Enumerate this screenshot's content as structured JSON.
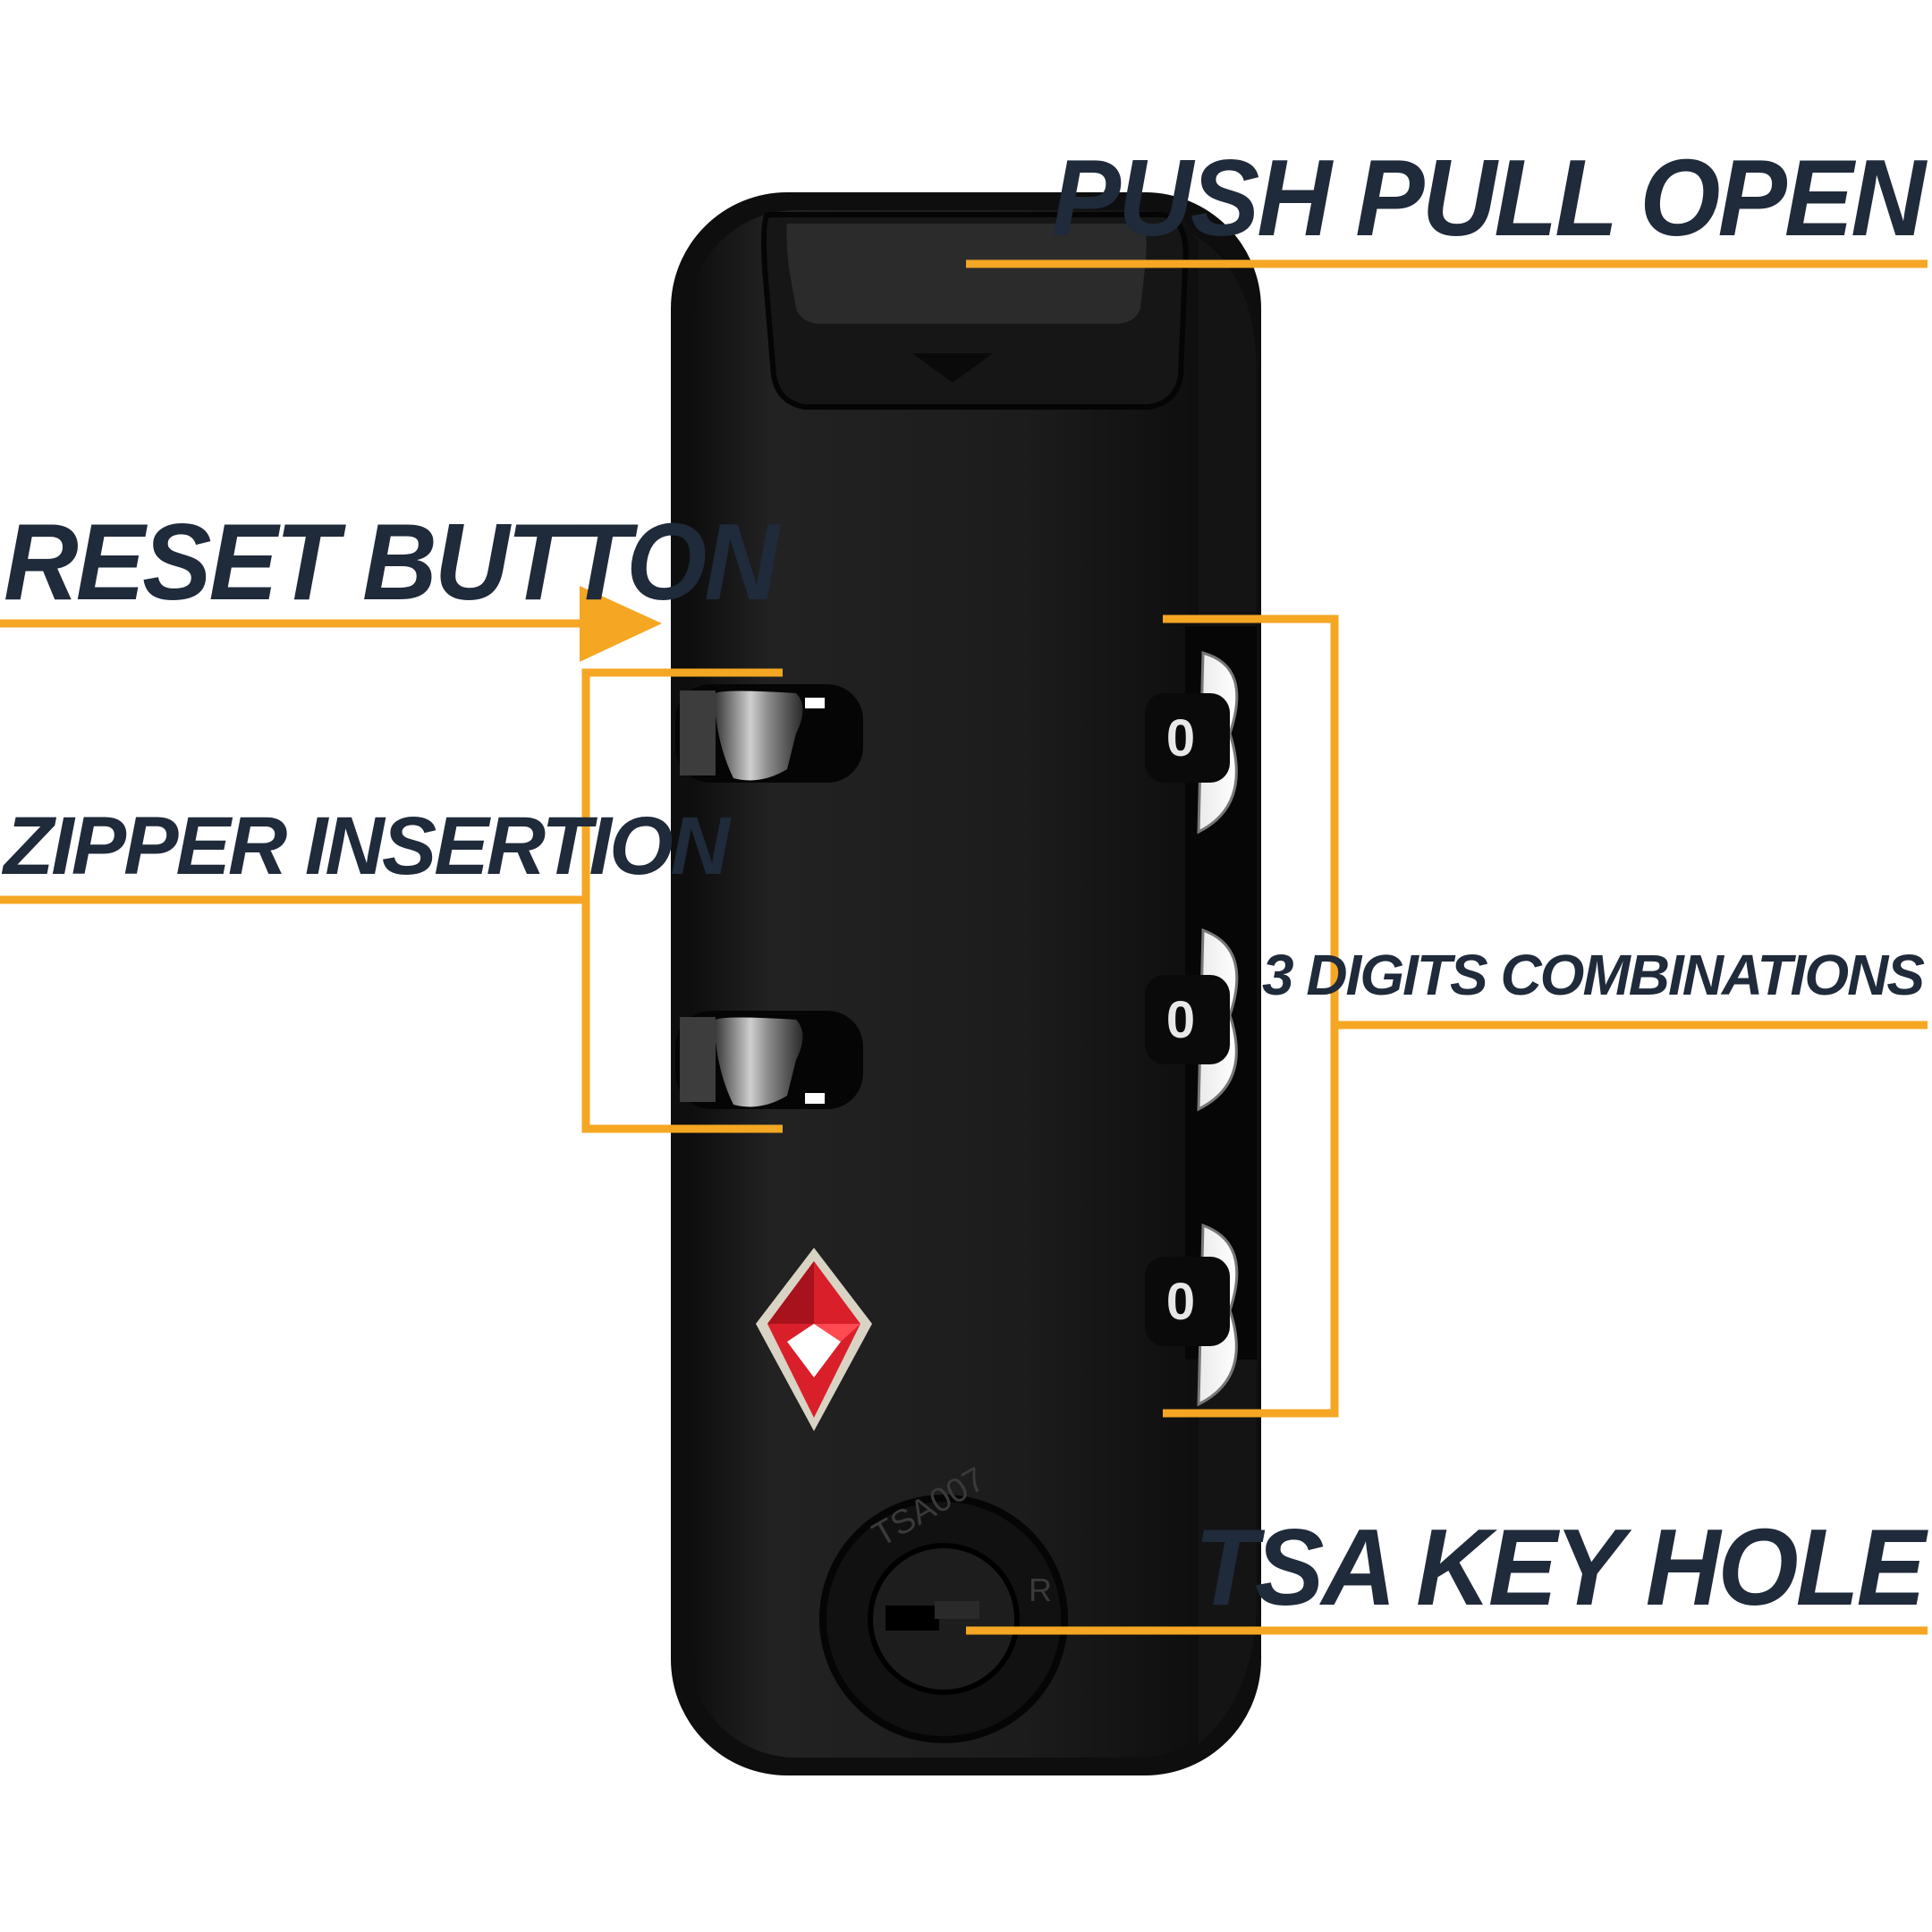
{
  "callouts": {
    "push_pull_open": "PUSH PULL OPEN",
    "reset_button": "RESET BUTTON",
    "zipper_insertion": "ZIPPER INSERTION",
    "three_digits": "3 DIGITS COMBINATIONS",
    "tsa_key_hole": "TSA KEY HOLE"
  },
  "dials": [
    "0",
    "0",
    "0"
  ],
  "engraving": {
    "model": "TSA007",
    "mark": "R"
  },
  "colors": {
    "accent": "#f5a623",
    "label": "#1f2a3a",
    "lock_body": "#1b1b1b",
    "tsa_red": "#d81f2a"
  },
  "icons": [
    "tsa-diamond-icon",
    "reset-arrow-icon"
  ]
}
